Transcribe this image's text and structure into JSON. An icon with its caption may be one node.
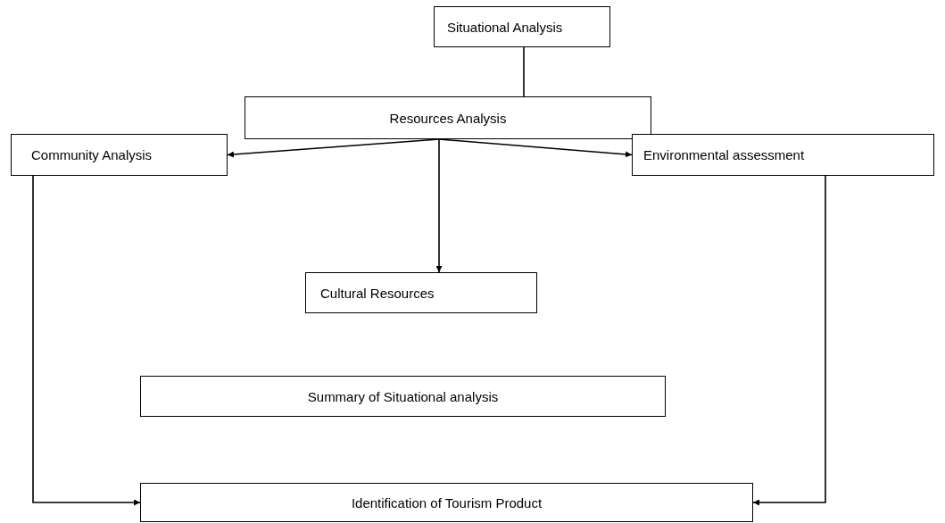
{
  "diagram": {
    "nodes": [
      {
        "text": [
          "Situational Analysis"
        ]
      },
      {
        "text": [
          "Resources Analysis"
        ]
      },
      {
        "text": [
          "Community Analysis"
        ]
      },
      {
        "text": [
          "Environmental assessment"
        ]
      },
      {
        "text": [
          "Cultural Resources"
        ]
      },
      {
        "text": [
          "Summary of Situational analysis"
        ]
      },
      {
        "text": [
          "Identification of Tourism Product"
        ]
      }
    ],
    "edges": [
      {
        "from": 0,
        "to": 1,
        "arrow": "none"
      },
      {
        "from": 1,
        "to": 2,
        "arrow": "to"
      },
      {
        "from": 1,
        "to": 3,
        "arrow": "to"
      },
      {
        "from": 1,
        "to": 4,
        "arrow": "to"
      },
      {
        "from": 2,
        "to": 6,
        "arrow": "to"
      },
      {
        "from": 3,
        "to": 6,
        "arrow": "to"
      }
    ]
  }
}
